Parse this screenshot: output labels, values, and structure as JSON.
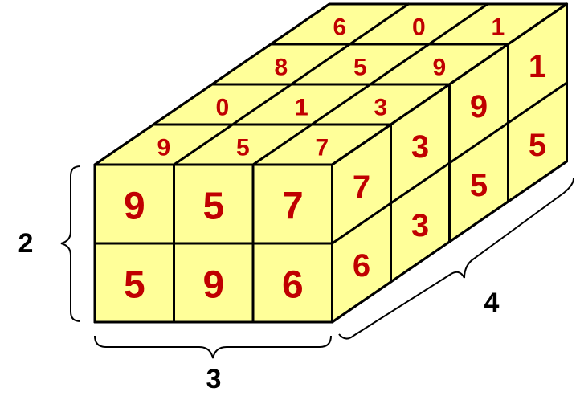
{
  "cuboid": {
    "front": [
      [
        "9",
        "5",
        "7"
      ],
      [
        "5",
        "9",
        "6"
      ]
    ],
    "top": [
      [
        "6",
        "0",
        "1"
      ],
      [
        "8",
        "5",
        "9"
      ],
      [
        "0",
        "1",
        "3"
      ],
      [
        "9",
        "5",
        "7"
      ]
    ],
    "side_top": [
      "7",
      "3",
      "9",
      "1"
    ],
    "side_bottom": [
      "6",
      "3",
      "5",
      "5"
    ]
  },
  "dimensions": {
    "height": "2",
    "width": "3",
    "depth": "4"
  },
  "colors": {
    "face": "#ffff99",
    "digit": "#c00000",
    "edge": "#000000"
  }
}
